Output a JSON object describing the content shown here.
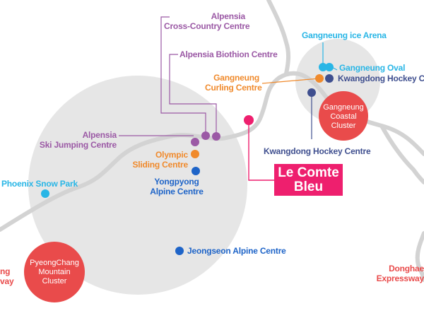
{
  "colors": {
    "road": "#d3d3d3",
    "region": "#e6e6e6",
    "cluster": "#e94b4b",
    "hotel": "#ee1f6e",
    "alpensia": "#9b59a5",
    "gangneung_orange": "#f08a2c",
    "cyan": "#29b6e6",
    "navy": "#3f4f8f",
    "blue": "#1e64c8"
  },
  "hotel": {
    "line1": "Le Comte",
    "line2": "Bleu"
  },
  "clusters": {
    "pyeongchang": {
      "line1": "PyeongChang",
      "line2": "Mountain",
      "line3": "Cluster"
    },
    "gangneung": {
      "line1": "Gangneung",
      "line2": "Coastal",
      "line3": "Cluster"
    }
  },
  "venues": {
    "alpensia_cc": {
      "line1": "Alpensia",
      "line2": "Cross-Country Centre"
    },
    "alpensia_biathlon": "Alpensia Biothion Centre",
    "gangneung_curling": {
      "line1": "Gangneung",
      "line2": "Curling Centre"
    },
    "gangneung_ice_arena": "Gangneung ice Arena",
    "gangneung_oval": "Gangneung Oval",
    "kwangdong_hockey_top": "Kwangdong Hockey C",
    "kwangdong_hockey": "Kwangdong Hockey Centre",
    "alpensia_ski_jumping": {
      "line1": "Alpensia",
      "line2": "Ski Jumping Centre"
    },
    "olympic_sliding": {
      "line1": "Olympic",
      "line2": "Sliding Centre"
    },
    "yongpyong": {
      "line1": "Yongpyong",
      "line2": "Alpine Centre"
    },
    "phoenix": "Phoenix Snow Park",
    "jeongseon": "Jeongseon Alpine Centre"
  },
  "expressways": {
    "left": {
      "line1": "ng",
      "line2": "vay"
    },
    "right": {
      "line1": "Donghae",
      "line2": "Expressway"
    }
  }
}
